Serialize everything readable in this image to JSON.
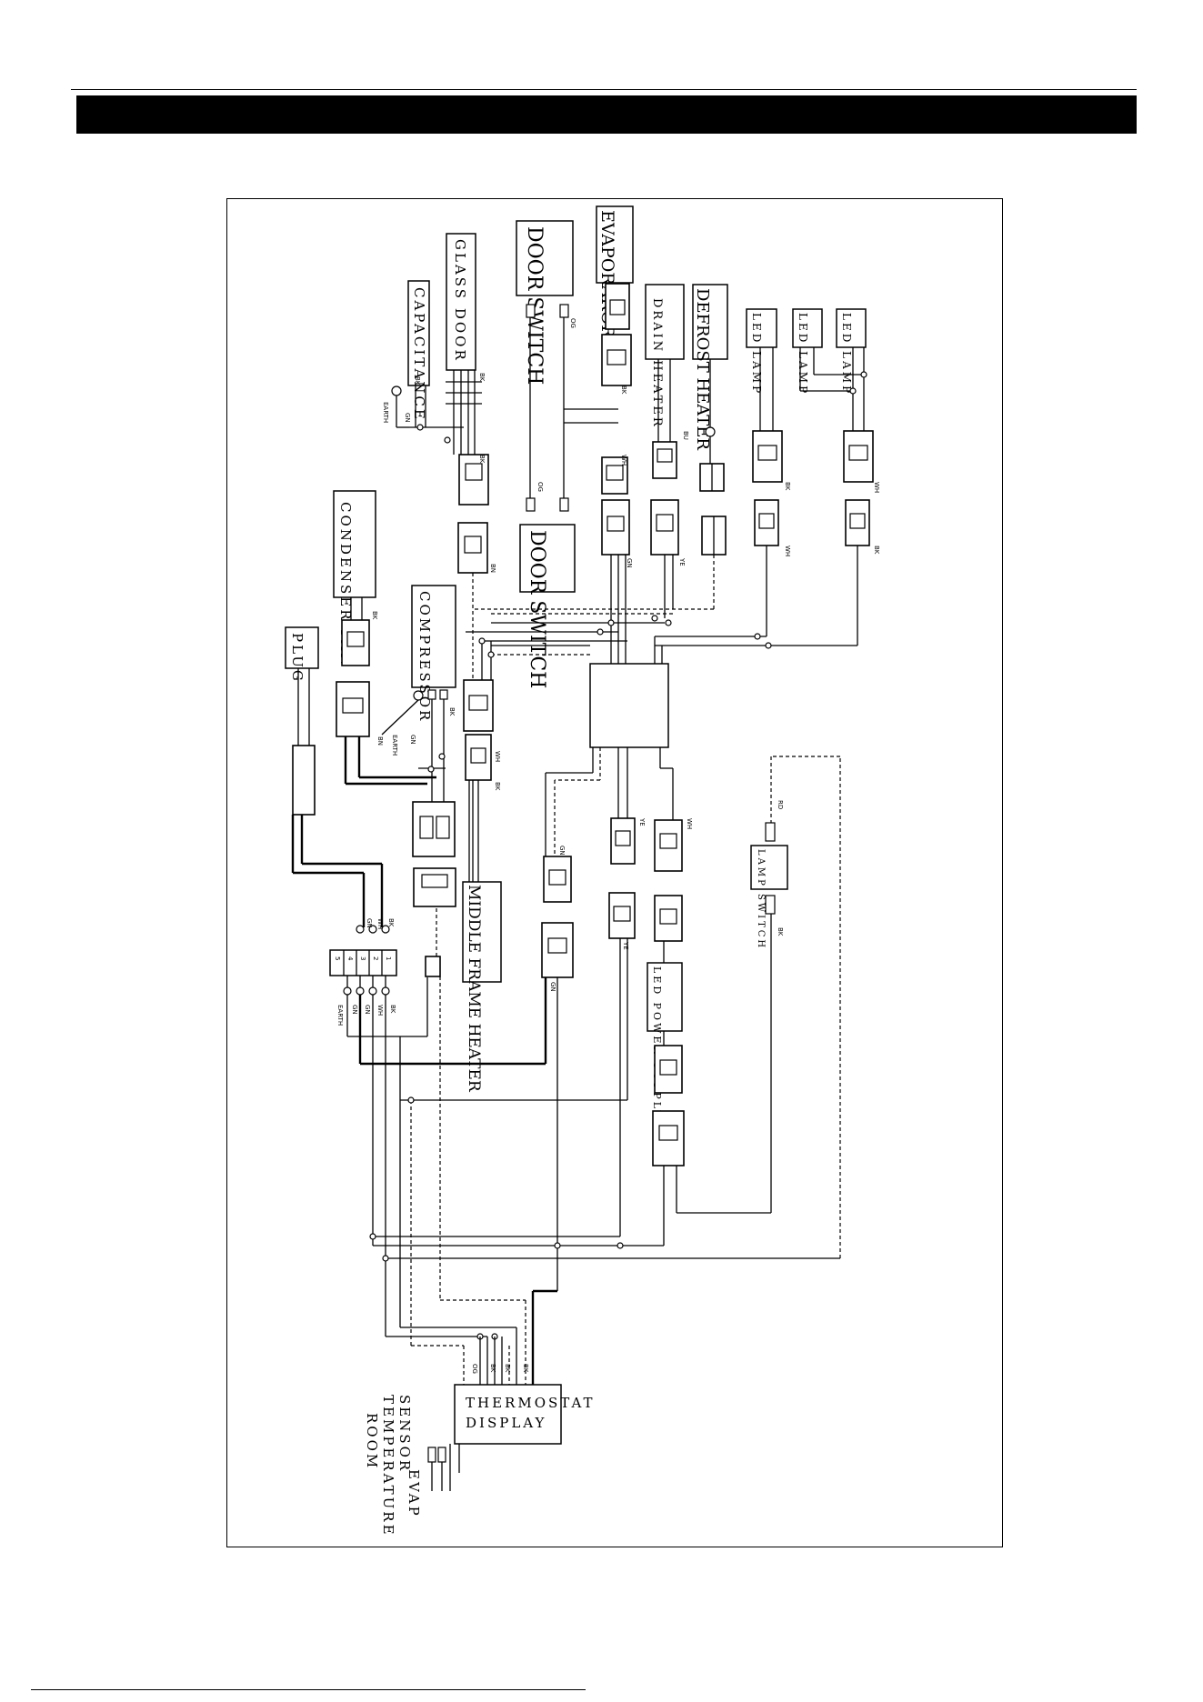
{
  "labels": {
    "capacitance": "CAPACITANCE",
    "glass_door": "GLASS DOOR",
    "door_switch_top": "DOOR SWITCH",
    "evaporator_fan": "EVAPORAROR FAN",
    "drain_heater": "DRAIN HEATER",
    "defrost_heater": "DEFROST HEATER",
    "led_lamp_1": "LED LAMP",
    "led_lamp_2": "LED LAMP",
    "led_lamp_3": "LED LAMP",
    "door_switch_bottom": "DOOR SWITCH",
    "condenser_fan": "CONDENSER FAN",
    "compressor": "COMPRESSOR",
    "plug": "PLUG",
    "middle_frame_heater": "MIDDLE FRAME HEATER",
    "lamp_switch": "LAMP SWITCH",
    "led_power_supply": "LED POWER SUPPLY",
    "thermostat_display": "THERMOSTAT DISPLAY",
    "room_temperature_sensor": "ROOM TEMPERATURE SENSOR",
    "evap": "EVAP"
  },
  "wire_codes": {
    "earth": "EARTH",
    "gn": "GN",
    "bk": "BK",
    "wh": "WH",
    "ye": "YE",
    "og": "OG",
    "bn": "BN",
    "rd": "RD",
    "bu": "BU"
  },
  "terminals": [
    "1",
    "2",
    "3",
    "4",
    "5"
  ]
}
